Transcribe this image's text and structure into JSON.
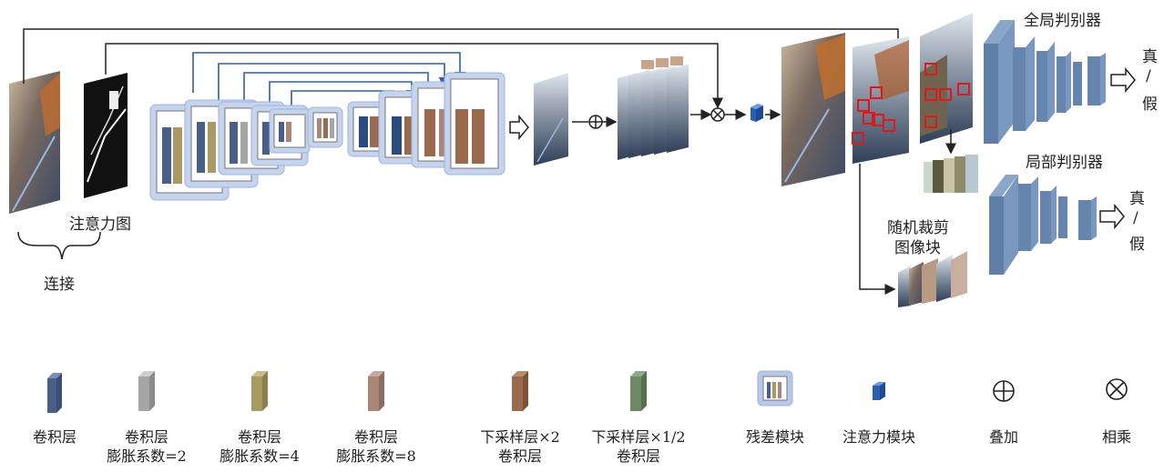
{
  "labels": {
    "attention_map": "注意力图",
    "concat": "连接",
    "global_discriminator": "全局判别器",
    "local_discriminator": "局部判别器",
    "random_crop_line1": "随机裁剪",
    "random_crop_line2": "图像块",
    "real": "真",
    "slash": "/",
    "fake": "假"
  },
  "legend": [
    {
      "line1": "卷积层",
      "line2": "",
      "color": "#4a5f86",
      "icon": "conv-cube"
    },
    {
      "line1": "卷积层",
      "line2": "膨胀系数=2",
      "color": "#a6a6a6",
      "icon": "dilated-conv-2-cube"
    },
    {
      "line1": "卷积层",
      "line2": "膨胀系数=4",
      "color": "#a89a62",
      "icon": "dilated-conv-4-cube"
    },
    {
      "line1": "卷积层",
      "line2": "膨胀系数=8",
      "color": "#a88678",
      "icon": "dilated-conv-8-cube"
    },
    {
      "line1": "下采样层×2",
      "line2": "卷积层",
      "color": "#9a6a4e",
      "icon": "downsample-cube"
    },
    {
      "line1": "下采样层×1/2",
      "line2": "卷积层",
      "color": "#6e8a64",
      "icon": "upsample-cube"
    },
    {
      "line1": "残差模块",
      "line2": "",
      "color": "#b8c8e8",
      "icon": "residual-block-icon"
    },
    {
      "line1": "注意力模块",
      "line2": "",
      "color": "#2b5fb0",
      "icon": "attention-module-cube"
    },
    {
      "line1": "叠加",
      "line2": "",
      "color": "#222222",
      "icon": "add-operator-icon"
    },
    {
      "line1": "相乘",
      "line2": "",
      "color": "#222222",
      "icon": "multiply-operator-icon"
    }
  ]
}
